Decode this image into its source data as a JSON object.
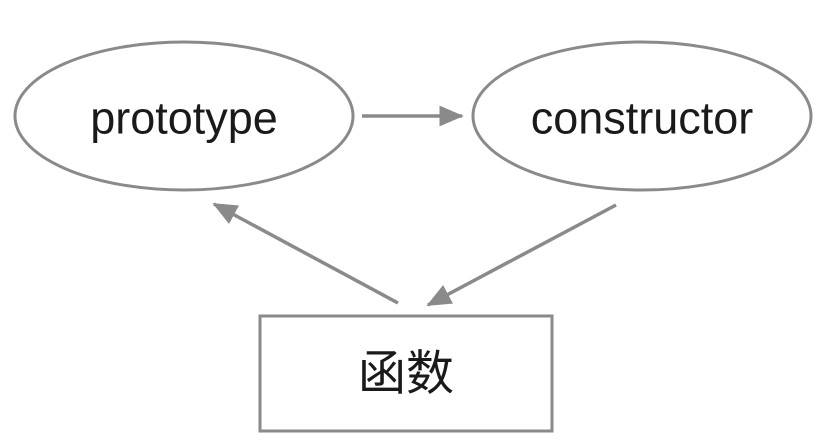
{
  "diagram": {
    "nodes": [
      {
        "id": "prototype",
        "shape": "ellipse",
        "label": "prototype"
      },
      {
        "id": "constructor",
        "shape": "ellipse",
        "label": "constructor"
      },
      {
        "id": "function",
        "shape": "rectangle",
        "label": "函数"
      }
    ],
    "edges": [
      {
        "from": "prototype",
        "to": "constructor"
      },
      {
        "from": "constructor",
        "to": "function"
      },
      {
        "from": "function",
        "to": "prototype"
      }
    ],
    "colors": {
      "stroke": "#8a8a8a",
      "text": "#1a1a1a",
      "background": "#ffffff"
    }
  }
}
